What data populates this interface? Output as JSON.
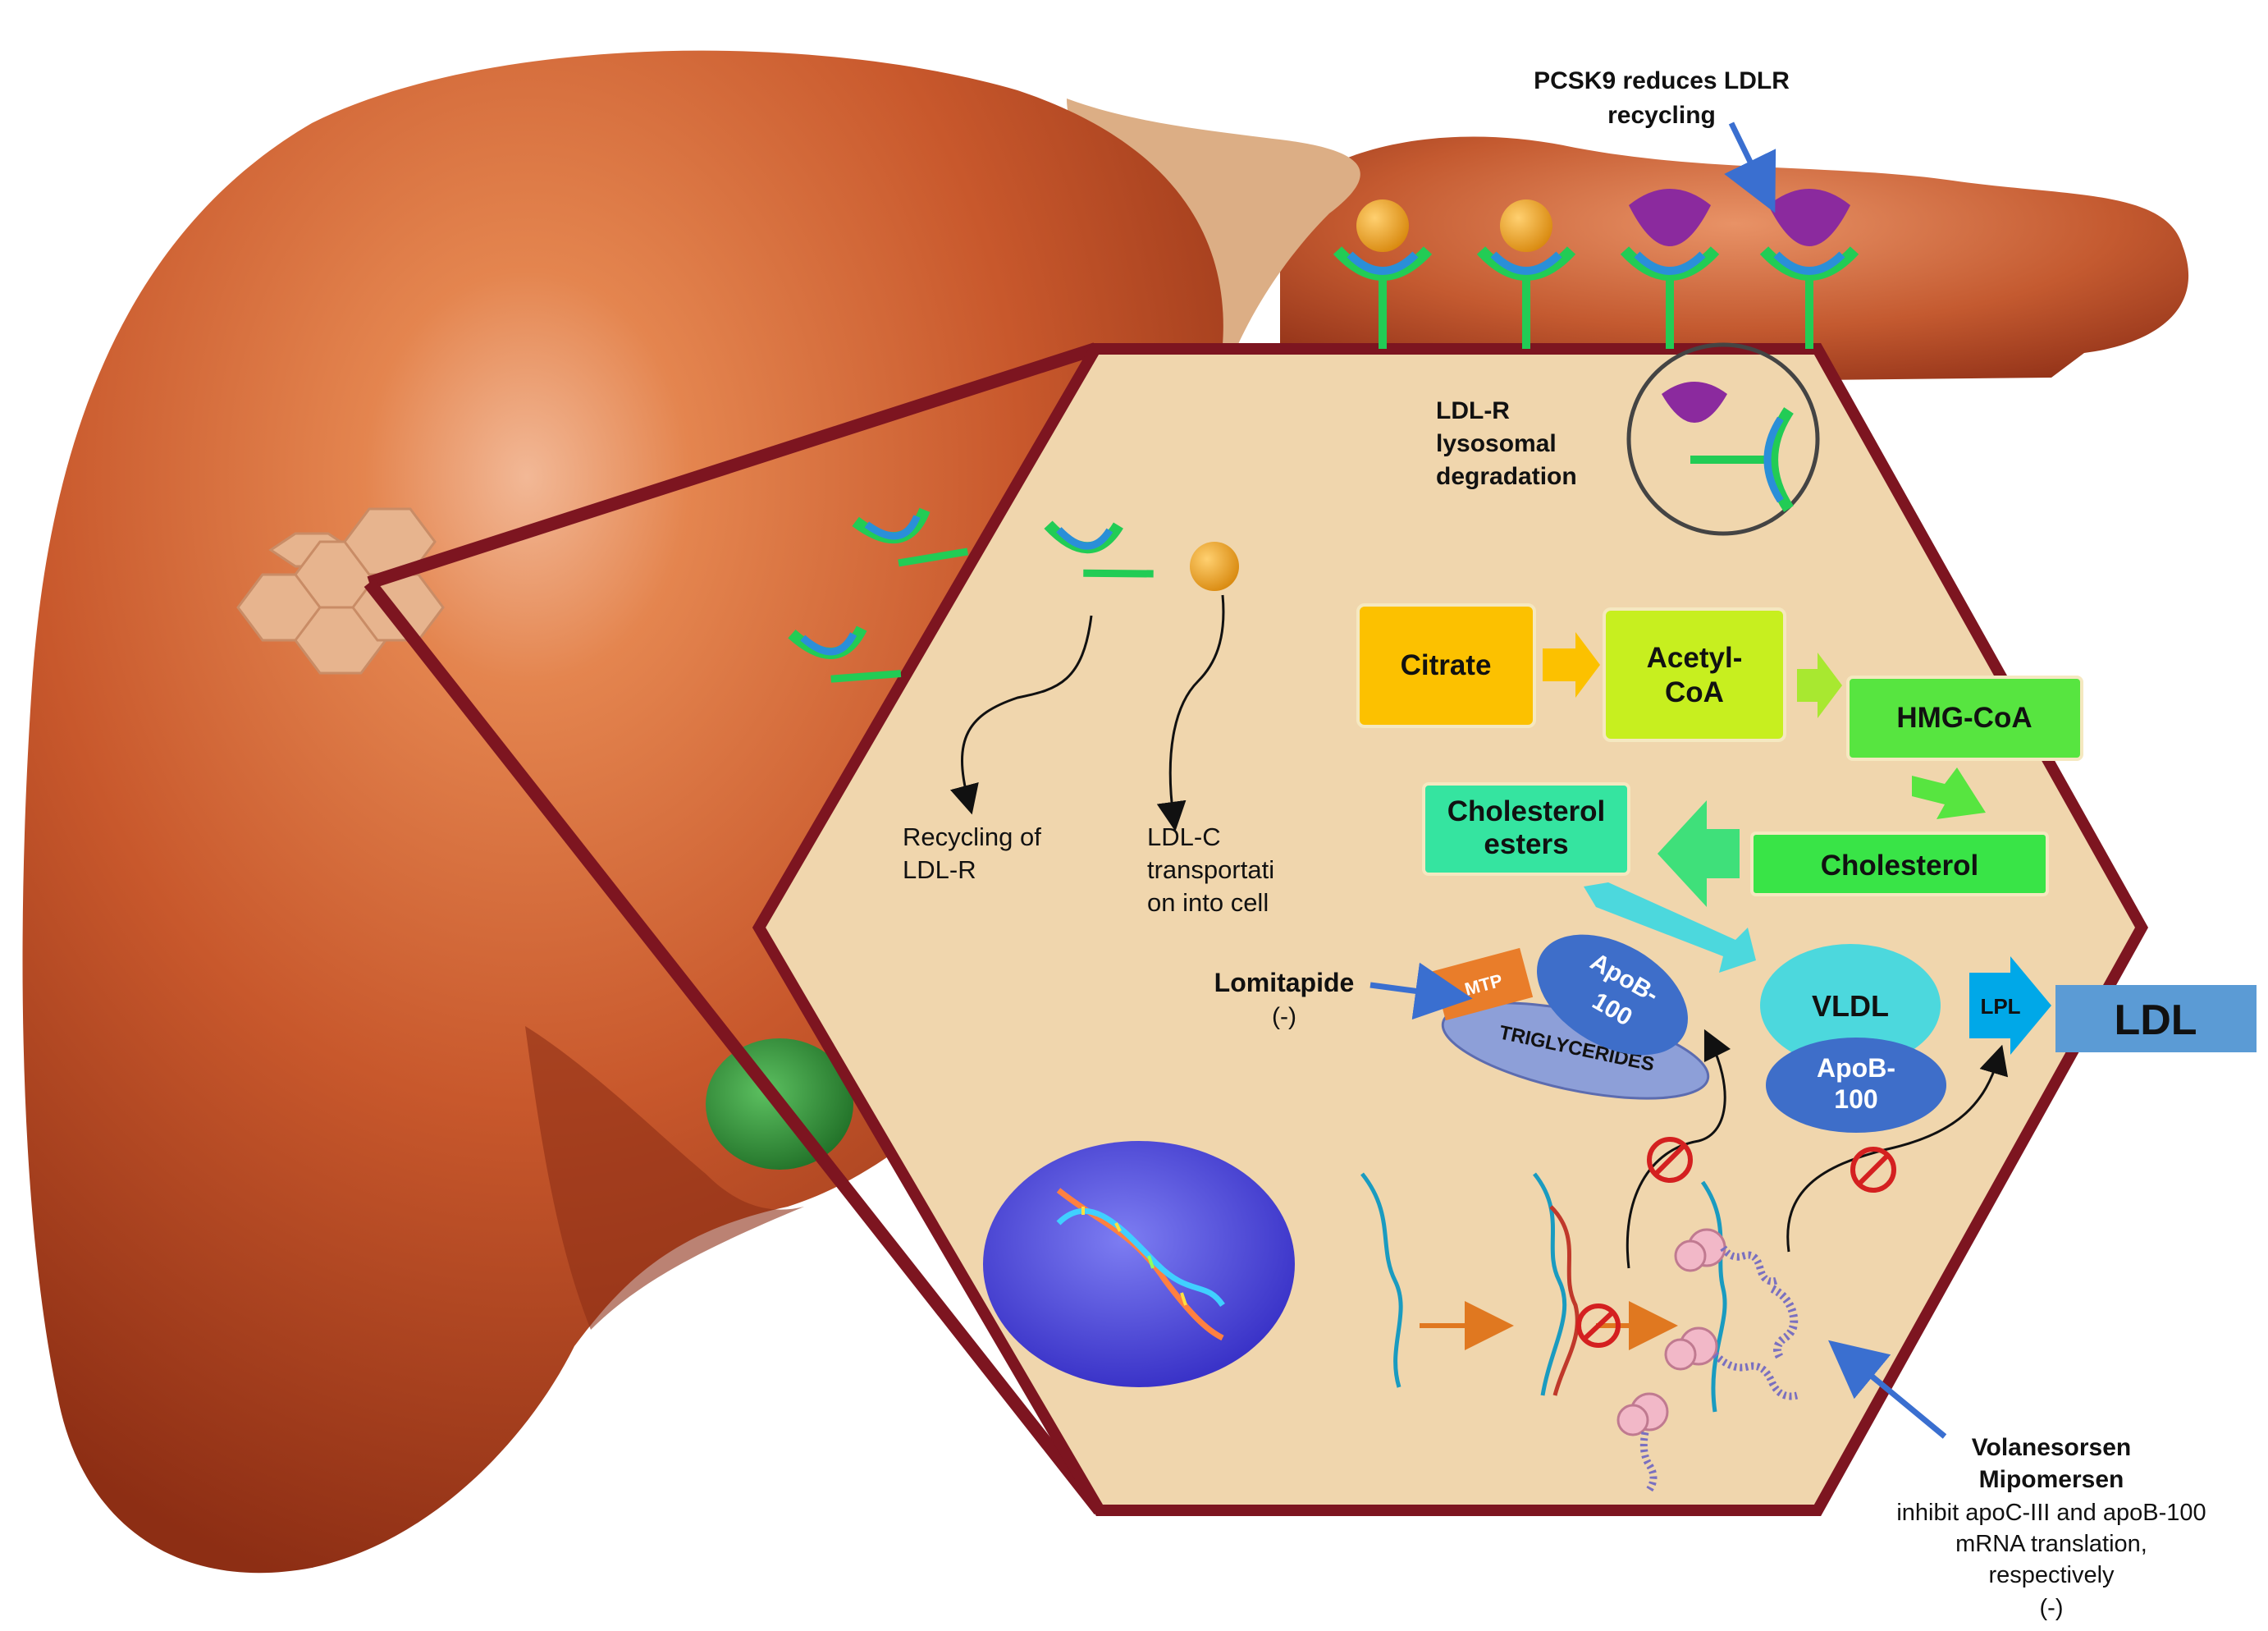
{
  "pcsk9": {
    "line1": "PCSK9 reduces LDLR",
    "line2": "recycling"
  },
  "lysosomal": {
    "line1": "LDL-R",
    "line2": "lysosomal",
    "line3": "degradation"
  },
  "recycling": {
    "line1": "Recycling of",
    "line2": "LDL-R"
  },
  "transport": {
    "line1": "LDL-C",
    "line2": "transportati",
    "line3": "on into cell"
  },
  "pathway": {
    "citrate": "Citrate",
    "acetyl_line1": "Acetyl-",
    "acetyl_line2": "CoA",
    "hmg": "HMG-CoA",
    "cholesterol": "Cholesterol",
    "esters_line1": "Cholesterol",
    "esters_line2": "esters",
    "vldl": "VLDL",
    "apob_vldl_line1": "ApoB-",
    "apob_vldl_line2": "100",
    "lpl": "LPL",
    "ldl": "LDL",
    "mtp": "MTP",
    "apob_line1": "ApoB-",
    "apob_line2": "100",
    "triglycerides": "TRIGLYCERIDES"
  },
  "lomitapide": {
    "name": "Lomitapide",
    "sign": "(-)"
  },
  "volanesorsen": {
    "name1": "Volanesorsen",
    "name2": "Mipomersen",
    "line1": "inhibit apoC-III and apoB-100",
    "line2": "mRNA translation,",
    "line3": "respectively",
    "sign": "(-)"
  },
  "colors": {
    "liver": "#c2552b",
    "cell_bg": "#f0d6ad",
    "hex_border": "#7d1520",
    "citrate": "#fcc100",
    "acetyl": "#c7ef1f",
    "hmg": "#57e540",
    "cholesterol": "#39e447",
    "esters": "#35e4a0",
    "vldl": "#4cd8dd",
    "apob": "#3e6ec9",
    "ldl": "#5b9bd5",
    "lpl": "#00a8e8",
    "mtp": "#e97d2a",
    "receptor": "#22cc55",
    "pcsk9": "#8b2a9e",
    "ldl_particle": "#f0a020"
  }
}
